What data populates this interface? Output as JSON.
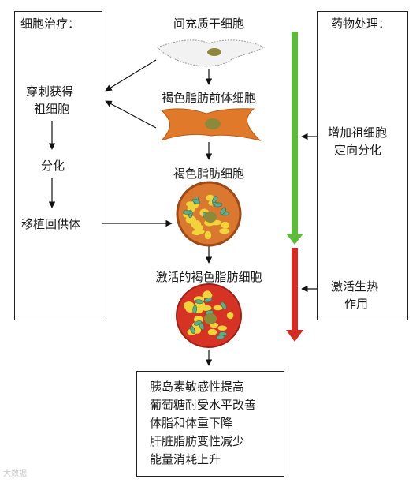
{
  "left_panel": {
    "title": "细胞治疗：",
    "steps": [
      "穿刺获得",
      "祖细胞",
      "分化",
      "移植回供体"
    ]
  },
  "center": {
    "stage_labels": [
      "间充质干细胞",
      "褐色脂肪前体细胞",
      "褐色脂肪细胞",
      "激活的褐色脂肪细胞"
    ]
  },
  "right_panel": {
    "title": "药物处理：",
    "notes": [
      "增加祖细胞",
      "定向分化",
      "激活生热",
      "作用"
    ]
  },
  "outcomes": [
    "胰岛素敏感性提高",
    "葡萄糖耐受水平改善",
    "体脂和体重下降",
    "肝脏脂肪变性减少",
    "能量消耗上升"
  ],
  "watermark": "大数据",
  "colors": {
    "green_arrow": "#5dbb3c",
    "red_arrow": "#d62a24",
    "mesenchymal_cell": "#f2f2f2",
    "preadipocyte": "#e07a2a",
    "adipocyte_fill": "#d9782e",
    "activated_fill": "#d63324",
    "lipid_droplet": "#f1d43a",
    "mitochondria": "#5fae8a",
    "nucleus": "#8a8a3a"
  }
}
